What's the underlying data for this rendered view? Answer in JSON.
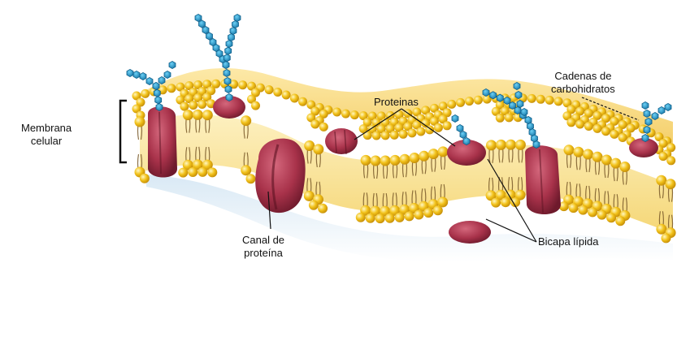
{
  "labels": {
    "membrane": {
      "line1": "Membrana",
      "line2": "celular"
    },
    "proteins": "Proteinas",
    "carbohydrates": {
      "line1": "Cadenas de",
      "line2": "carbohidratos"
    },
    "channel": {
      "line1": "Canal de",
      "line2": "proteína"
    },
    "bilayer": "Bicapa lípida"
  },
  "colors": {
    "lipid_head": "#f2c21a",
    "lipid_core": "#fbe39a",
    "protein": "#a8324a",
    "carbohydrate": "#1d8fc7",
    "background": "#ffffff"
  }
}
